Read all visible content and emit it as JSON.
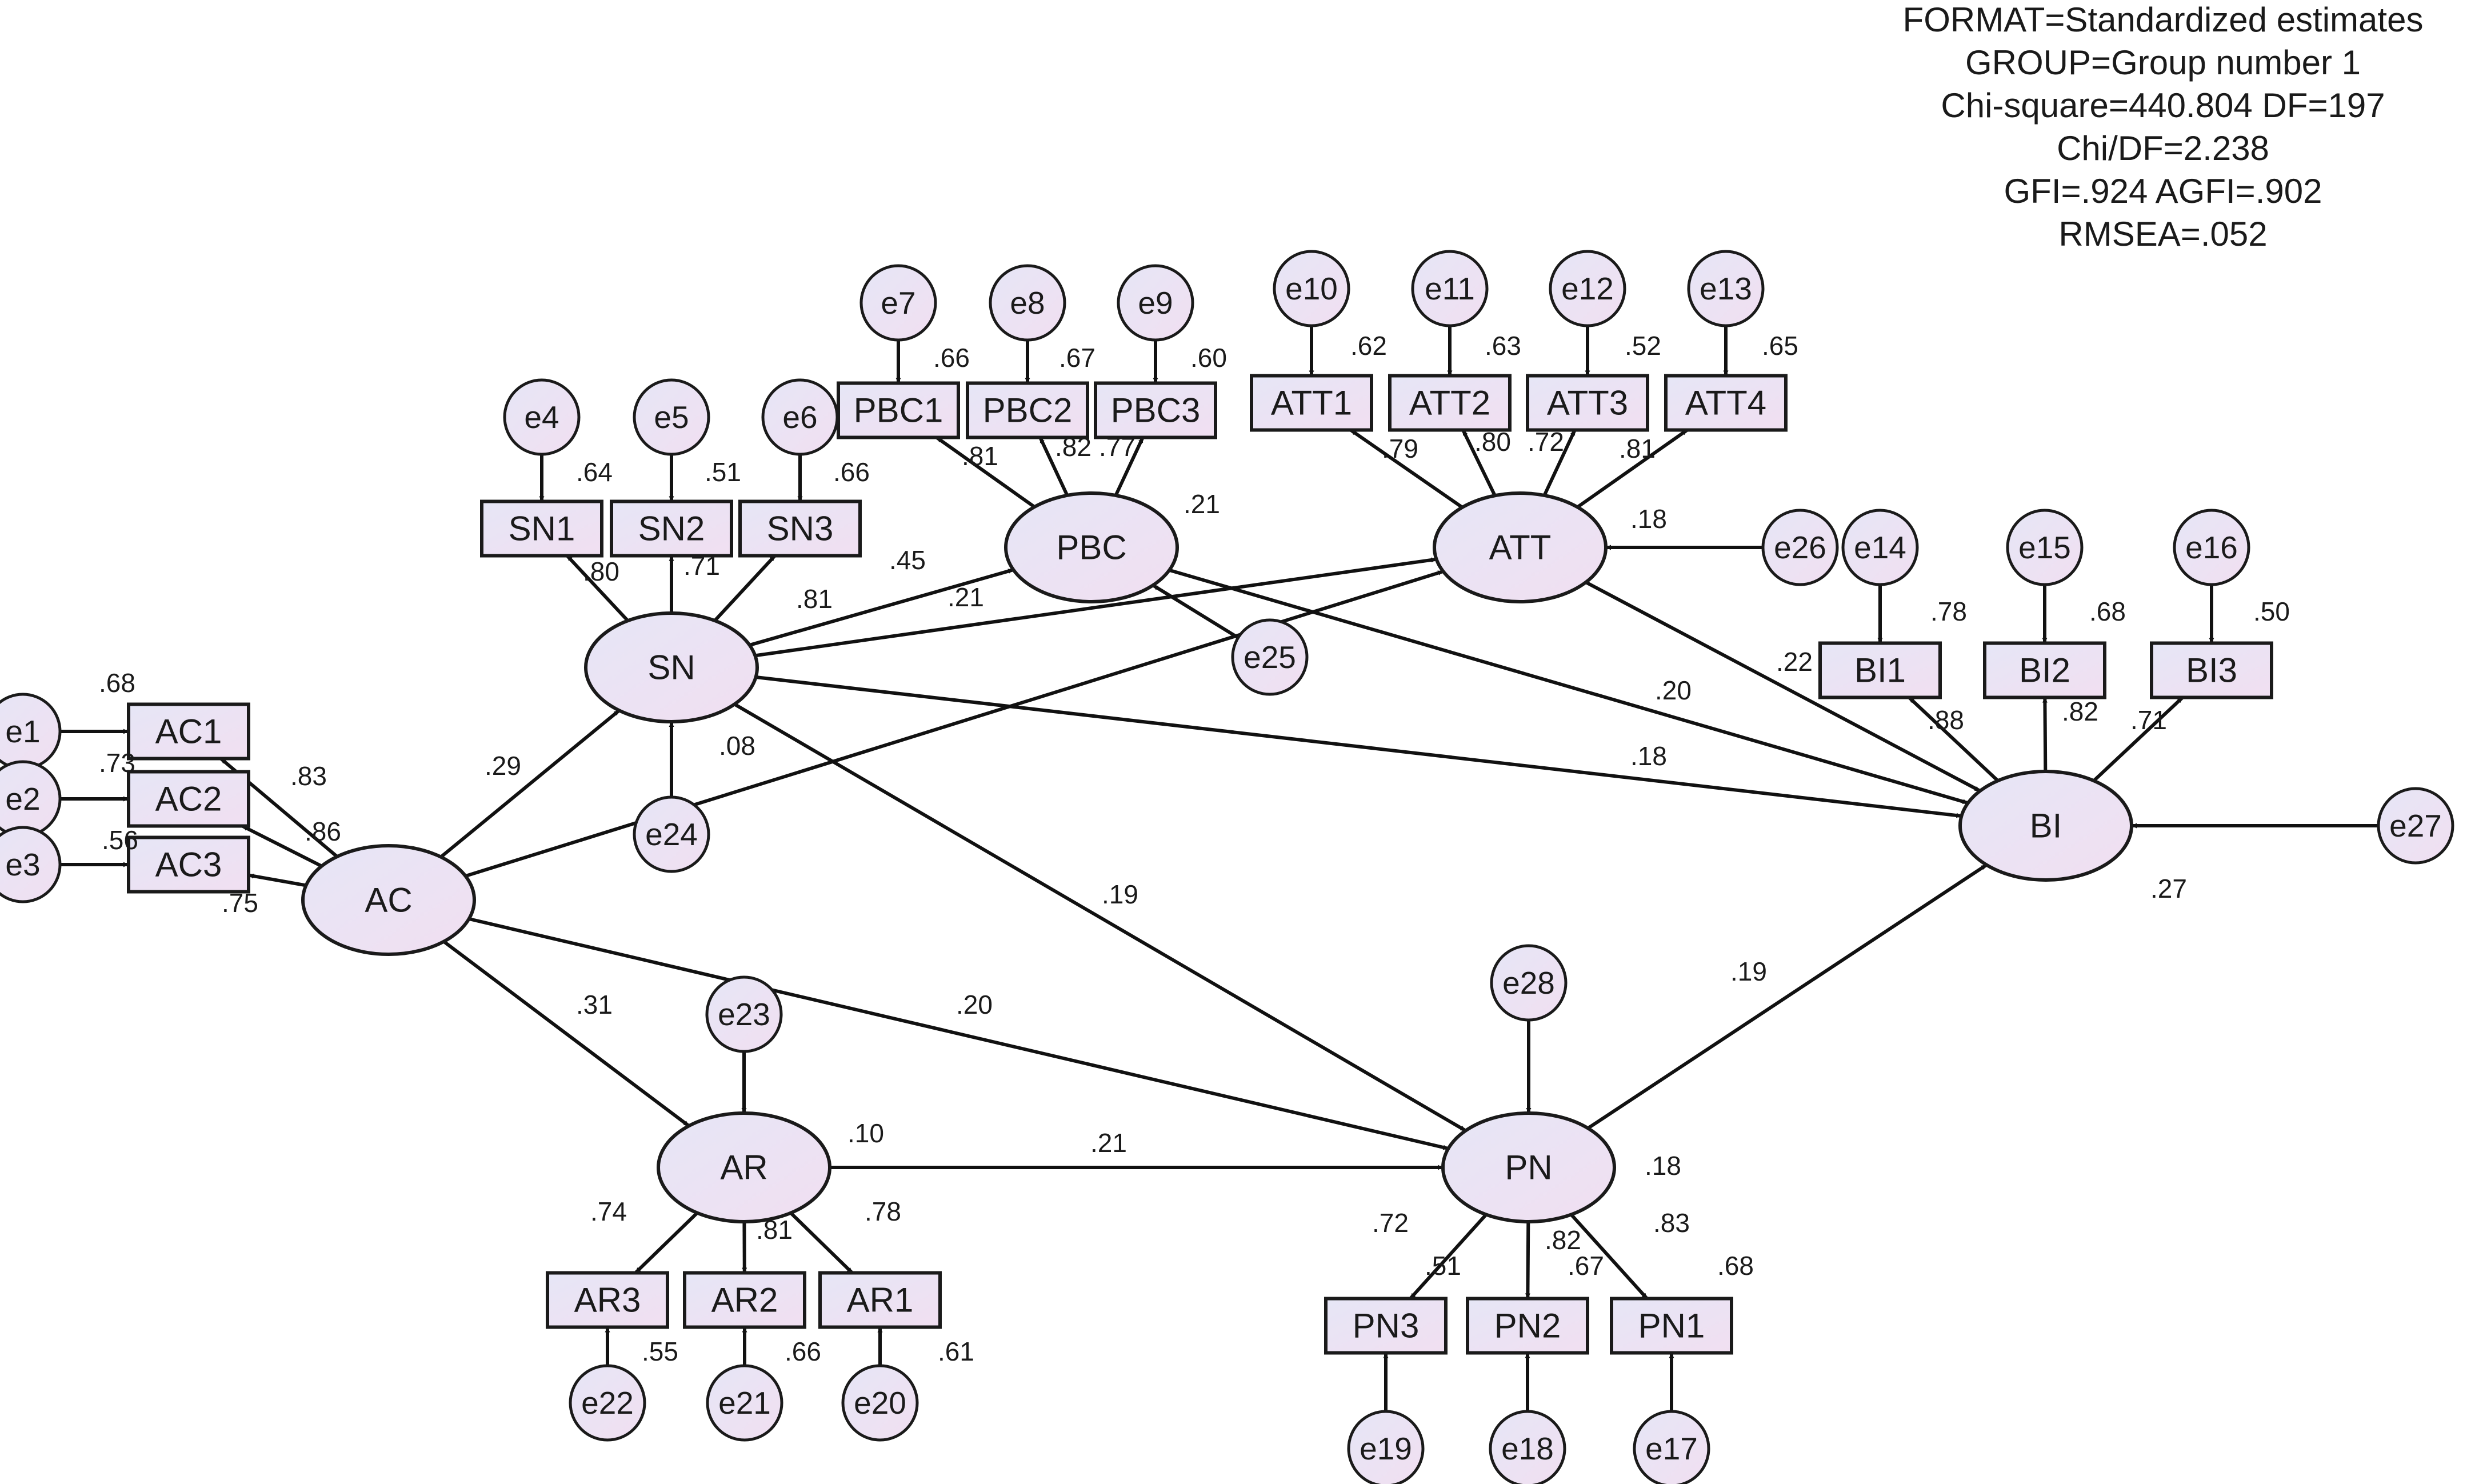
{
  "fit": [
    "FORMAT=Standardized estimates",
    "GROUP=Group number 1",
    "Chi-square=440.804 DF=197",
    "Chi/DF=2.238",
    "GFI=.924 AGFI=.902",
    "RMSEA=.052"
  ],
  "colors": {
    "node_fill_top": "#e6e6f6",
    "node_fill_bottom": "#f1dff1",
    "stroke": "#1a1a1a"
  },
  "nodes": [
    {
      "id": "AC",
      "label": "AC",
      "kind": "latent"
    },
    {
      "id": "SN",
      "label": "SN",
      "kind": "latent"
    },
    {
      "id": "PBC",
      "label": "PBC",
      "kind": "latent"
    },
    {
      "id": "ATT",
      "label": "ATT",
      "kind": "latent"
    },
    {
      "id": "BI",
      "label": "BI",
      "kind": "latent"
    },
    {
      "id": "PN",
      "label": "PN",
      "kind": "latent"
    },
    {
      "id": "AR",
      "label": "AR",
      "kind": "latent"
    },
    {
      "id": "AC1",
      "label": "AC1",
      "kind": "observed"
    },
    {
      "id": "AC2",
      "label": "AC2",
      "kind": "observed"
    },
    {
      "id": "AC3",
      "label": "AC3",
      "kind": "observed"
    },
    {
      "id": "SN1",
      "label": "SN1",
      "kind": "observed"
    },
    {
      "id": "SN2",
      "label": "SN2",
      "kind": "observed"
    },
    {
      "id": "SN3",
      "label": "SN3",
      "kind": "observed"
    },
    {
      "id": "PBC1",
      "label": "PBC1",
      "kind": "observed"
    },
    {
      "id": "PBC2",
      "label": "PBC2",
      "kind": "observed"
    },
    {
      "id": "PBC3",
      "label": "PBC3",
      "kind": "observed"
    },
    {
      "id": "ATT1",
      "label": "ATT1",
      "kind": "observed"
    },
    {
      "id": "ATT2",
      "label": "ATT2",
      "kind": "observed"
    },
    {
      "id": "ATT3",
      "label": "ATT3",
      "kind": "observed"
    },
    {
      "id": "ATT4",
      "label": "ATT4",
      "kind": "observed"
    },
    {
      "id": "BI1",
      "label": "BI1",
      "kind": "observed"
    },
    {
      "id": "BI2",
      "label": "BI2",
      "kind": "observed"
    },
    {
      "id": "BI3",
      "label": "BI3",
      "kind": "observed"
    },
    {
      "id": "AR1",
      "label": "AR1",
      "kind": "observed"
    },
    {
      "id": "AR2",
      "label": "AR2",
      "kind": "observed"
    },
    {
      "id": "AR3",
      "label": "AR3",
      "kind": "observed"
    },
    {
      "id": "PN1",
      "label": "PN1",
      "kind": "observed"
    },
    {
      "id": "PN2",
      "label": "PN2",
      "kind": "observed"
    },
    {
      "id": "PN3",
      "label": "PN3",
      "kind": "observed"
    },
    {
      "id": "e1",
      "label": "e1",
      "kind": "error"
    },
    {
      "id": "e2",
      "label": "e2",
      "kind": "error"
    },
    {
      "id": "e3",
      "label": "e3",
      "kind": "error"
    },
    {
      "id": "e4",
      "label": "e4",
      "kind": "error"
    },
    {
      "id": "e5",
      "label": "e5",
      "kind": "error"
    },
    {
      "id": "e6",
      "label": "e6",
      "kind": "error"
    },
    {
      "id": "e7",
      "label": "e7",
      "kind": "error"
    },
    {
      "id": "e8",
      "label": "e8",
      "kind": "error"
    },
    {
      "id": "e9",
      "label": "e9",
      "kind": "error"
    },
    {
      "id": "e10",
      "label": "e10",
      "kind": "error"
    },
    {
      "id": "e11",
      "label": "e11",
      "kind": "error"
    },
    {
      "id": "e12",
      "label": "e12",
      "kind": "error"
    },
    {
      "id": "e13",
      "label": "e13",
      "kind": "error"
    },
    {
      "id": "e14",
      "label": "e14",
      "kind": "error"
    },
    {
      "id": "e15",
      "label": "e15",
      "kind": "error"
    },
    {
      "id": "e16",
      "label": "e16",
      "kind": "error"
    },
    {
      "id": "e17",
      "label": "e17",
      "kind": "error"
    },
    {
      "id": "e18",
      "label": "e18",
      "kind": "error"
    },
    {
      "id": "e19",
      "label": "e19",
      "kind": "error"
    },
    {
      "id": "e20",
      "label": "e20",
      "kind": "error"
    },
    {
      "id": "e21",
      "label": "e21",
      "kind": "error"
    },
    {
      "id": "e22",
      "label": "e22",
      "kind": "error"
    },
    {
      "id": "e23",
      "label": "e23",
      "kind": "error"
    },
    {
      "id": "e24",
      "label": "e24",
      "kind": "error"
    },
    {
      "id": "e25",
      "label": "e25",
      "kind": "error"
    },
    {
      "id": "e26",
      "label": "e26",
      "kind": "error"
    },
    {
      "id": "e27",
      "label": "e27",
      "kind": "error"
    },
    {
      "id": "e28",
      "label": "e28",
      "kind": "error"
    }
  ],
  "edges": [
    {
      "from": "AC",
      "to": "SN",
      "coef": ".29"
    },
    {
      "from": "AC",
      "to": "AR",
      "coef": ".31"
    },
    {
      "from": "AC",
      "to": "ATT",
      "coef": ".08"
    },
    {
      "from": "AC",
      "to": "PN",
      "coef": ".20"
    },
    {
      "from": "SN",
      "to": "PBC",
      "coef": ".45"
    },
    {
      "from": "SN",
      "to": "ATT",
      "coef": ".21"
    },
    {
      "from": "SN",
      "to": "BI",
      "coef": ".18"
    },
    {
      "from": "SN",
      "to": "PN",
      "coef": ".19"
    },
    {
      "from": "PBC",
      "to": "BI",
      "coef": ".20"
    },
    {
      "from": "ATT",
      "to": "BI",
      "coef": ".22"
    },
    {
      "from": "AR",
      "to": "PN",
      "coef": ".21"
    },
    {
      "from": "PN",
      "to": "BI",
      "coef": ".19"
    },
    {
      "from": "AC",
      "to": "AC1",
      "coef": ".83"
    },
    {
      "from": "AC",
      "to": "AC2",
      "coef": ".86"
    },
    {
      "from": "AC",
      "to": "AC3",
      "coef": ".75"
    },
    {
      "from": "SN",
      "to": "SN1",
      "coef": ".80"
    },
    {
      "from": "SN",
      "to": "SN2",
      "coef": ".71"
    },
    {
      "from": "SN",
      "to": "SN3",
      "coef": ".81"
    },
    {
      "from": "PBC",
      "to": "PBC1",
      "coef": ".81"
    },
    {
      "from": "PBC",
      "to": "PBC2",
      "coef": ".82"
    },
    {
      "from": "PBC",
      "to": "PBC3",
      "coef": ".77"
    },
    {
      "from": "ATT",
      "to": "ATT1",
      "coef": ".79"
    },
    {
      "from": "ATT",
      "to": "ATT2",
      "coef": ".80"
    },
    {
      "from": "ATT",
      "to": "ATT3",
      "coef": ".72"
    },
    {
      "from": "ATT",
      "to": "ATT4",
      "coef": ".81"
    },
    {
      "from": "BI",
      "to": "BI1",
      "coef": ".88"
    },
    {
      "from": "BI",
      "to": "BI2",
      "coef": ".82"
    },
    {
      "from": "BI",
      "to": "BI3",
      "coef": ".71"
    },
    {
      "from": "AR",
      "to": "AR3",
      "coef": ".74"
    },
    {
      "from": "AR",
      "to": "AR2",
      "coef": ".81"
    },
    {
      "from": "AR",
      "to": "AR1",
      "coef": ".78"
    },
    {
      "from": "PN",
      "to": "PN3",
      "coef": ".72"
    },
    {
      "from": "PN",
      "to": "PN2",
      "coef": ".82"
    },
    {
      "from": "PN",
      "to": "PN1",
      "coef": ".83"
    },
    {
      "from": "e1",
      "to": "AC1",
      "coef": ""
    },
    {
      "from": "e2",
      "to": "AC2",
      "coef": ""
    },
    {
      "from": "e3",
      "to": "AC3",
      "coef": ""
    },
    {
      "from": "e4",
      "to": "SN1",
      "coef": ""
    },
    {
      "from": "e5",
      "to": "SN2",
      "coef": ""
    },
    {
      "from": "e6",
      "to": "SN3",
      "coef": ""
    },
    {
      "from": "e7",
      "to": "PBC1",
      "coef": ""
    },
    {
      "from": "e8",
      "to": "PBC2",
      "coef": ""
    },
    {
      "from": "e9",
      "to": "PBC3",
      "coef": ""
    },
    {
      "from": "e10",
      "to": "ATT1",
      "coef": ""
    },
    {
      "from": "e11",
      "to": "ATT2",
      "coef": ""
    },
    {
      "from": "e12",
      "to": "ATT3",
      "coef": ""
    },
    {
      "from": "e13",
      "to": "ATT4",
      "coef": ""
    },
    {
      "from": "e14",
      "to": "BI1",
      "coef": ""
    },
    {
      "from": "e15",
      "to": "BI2",
      "coef": ""
    },
    {
      "from": "e16",
      "to": "BI3",
      "coef": ""
    },
    {
      "from": "e17",
      "to": "PN1",
      "coef": ""
    },
    {
      "from": "e18",
      "to": "PN2",
      "coef": ""
    },
    {
      "from": "e19",
      "to": "PN3",
      "coef": ""
    },
    {
      "from": "e20",
      "to": "AR1",
      "coef": ""
    },
    {
      "from": "e21",
      "to": "AR2",
      "coef": ""
    },
    {
      "from": "e22",
      "to": "AR3",
      "coef": ""
    },
    {
      "from": "e23",
      "to": "AR",
      "coef": ""
    },
    {
      "from": "e24",
      "to": "SN",
      "coef": ""
    },
    {
      "from": "e25",
      "to": "PBC",
      "coef": ""
    },
    {
      "from": "e26",
      "to": "ATT",
      "coef": ""
    },
    {
      "from": "e27",
      "to": "BI",
      "coef": ""
    },
    {
      "from": "e28",
      "to": "PN",
      "coef": ""
    }
  ],
  "r2": [
    {
      "node": "AC1",
      "value": ".68"
    },
    {
      "node": "AC2",
      "value": ".73"
    },
    {
      "node": "AC3",
      "value": ".56"
    },
    {
      "node": "SN1",
      "value": ".64"
    },
    {
      "node": "SN2",
      "value": ".51"
    },
    {
      "node": "SN3",
      "value": ".66"
    },
    {
      "node": "PBC1",
      "value": ".66"
    },
    {
      "node": "PBC2",
      "value": ".67"
    },
    {
      "node": "PBC3",
      "value": ".60"
    },
    {
      "node": "ATT1",
      "value": ".62"
    },
    {
      "node": "ATT2",
      "value": ".63"
    },
    {
      "node": "ATT3",
      "value": ".52"
    },
    {
      "node": "ATT4",
      "value": ".65"
    },
    {
      "node": "BI1",
      "value": ".78"
    },
    {
      "node": "BI2",
      "value": ".68"
    },
    {
      "node": "BI3",
      "value": ".50"
    },
    {
      "node": "AR1",
      "value": ".61"
    },
    {
      "node": "AR2",
      "value": ".66"
    },
    {
      "node": "AR3",
      "value": ".55"
    },
    {
      "node": "PN1",
      "value": ".68"
    },
    {
      "node": "PN2",
      "value": ".67"
    },
    {
      "node": "PN3",
      "value": ".51"
    },
    {
      "node": "PBC",
      "value": ".21"
    },
    {
      "node": "ATT",
      "value": ".18"
    },
    {
      "node": "BI",
      "value": ".27"
    },
    {
      "node": "PN",
      "value": ".18"
    },
    {
      "node": "AR",
      "value": ".10"
    }
  ]
}
